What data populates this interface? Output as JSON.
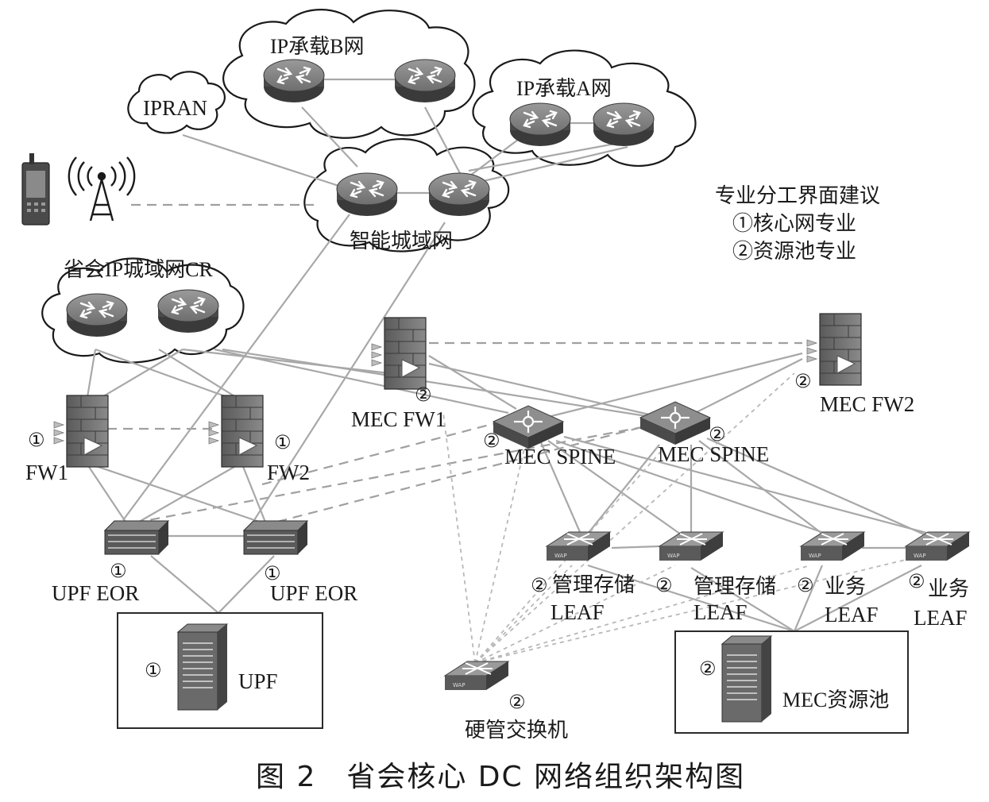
{
  "clouds": {
    "ip_b": "IP承载B网",
    "ip_a": "IP承载A网",
    "ipran": "IPRAN",
    "smart_metro": "智能城域网",
    "cr": "省会IP城域网CR"
  },
  "legend": {
    "title": "专业分工界面建议",
    "item1": "①核心网专业",
    "item2": "②资源池专业"
  },
  "markers": {
    "one": "①",
    "two": "②"
  },
  "nodes": {
    "fw1": "FW1",
    "fw2": "FW2",
    "mec_fw1": "MEC FW1",
    "mec_fw2": "MEC FW2",
    "mec_spine_1": "MEC SPINE",
    "mec_spine_2": "MEC SPINE",
    "upf_eor_1": "UPF EOR",
    "upf_eor_2": "UPF EOR",
    "upf": "UPF",
    "mgmt_leaf_1_line1": "管理存储",
    "mgmt_leaf_1_line2": "LEAF",
    "mgmt_leaf_2_line1": "管理存储",
    "mgmt_leaf_2_line2": "LEAF",
    "biz_leaf_1_line1": "业务",
    "biz_leaf_1_line2": "LEAF",
    "biz_leaf_2_line1": "业务",
    "biz_leaf_2_line2": "LEAF",
    "hw_switch": "硬管交换机",
    "mec_pool": "MEC资源池"
  },
  "caption": "图 2　省会核心 DC 网络组织架构图"
}
